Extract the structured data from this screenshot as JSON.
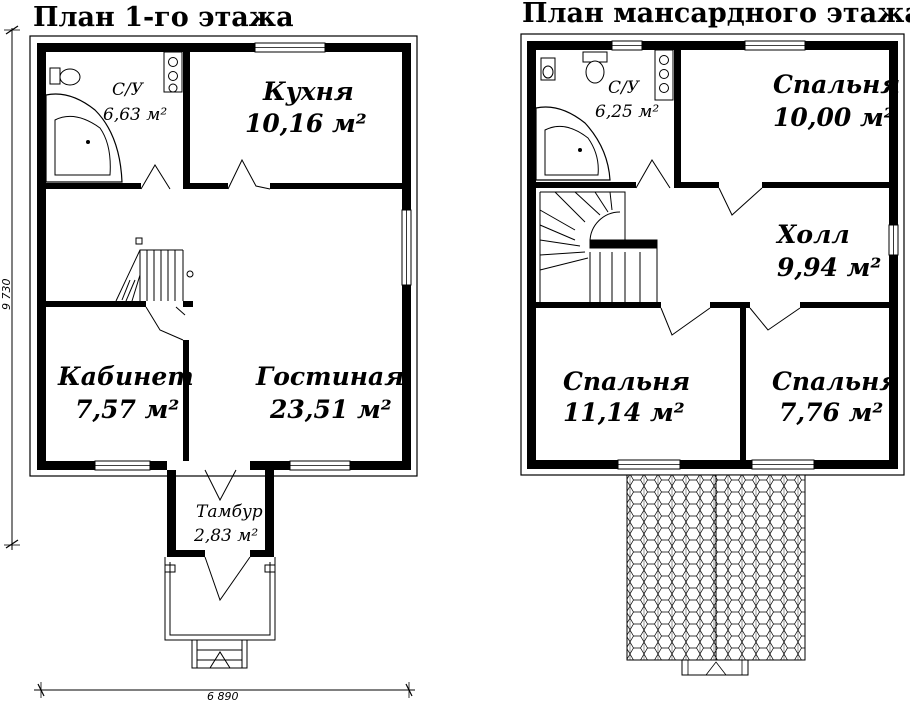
{
  "plan1": {
    "title": "План 1-го этажа",
    "rooms": {
      "bath": {
        "name": "С/У",
        "area": "6,63 м²"
      },
      "kitchen": {
        "name": "Кухня",
        "area": "10,16 м²"
      },
      "office": {
        "name": "Кабинет",
        "area": "7,57 м²"
      },
      "living": {
        "name": "Гостиная",
        "area": "23,51 м²"
      },
      "vestibule": {
        "name": "Тамбур",
        "area": "2,83 м²"
      }
    },
    "dim_height": "9 730",
    "dim_width": "6 890"
  },
  "plan2": {
    "title": "План мансардного этажа",
    "rooms": {
      "bath": {
        "name": "С/У",
        "area": "6,25 м²"
      },
      "bedroom1": {
        "name": "Спальня",
        "area": "10,00 м²"
      },
      "hall": {
        "name": "Холл",
        "area": "9,94 м²"
      },
      "bedroom2": {
        "name": "Спальня",
        "area": "11,14 м²"
      },
      "bedroom3": {
        "name": "Спальня",
        "area": "7,76 м²"
      }
    }
  }
}
